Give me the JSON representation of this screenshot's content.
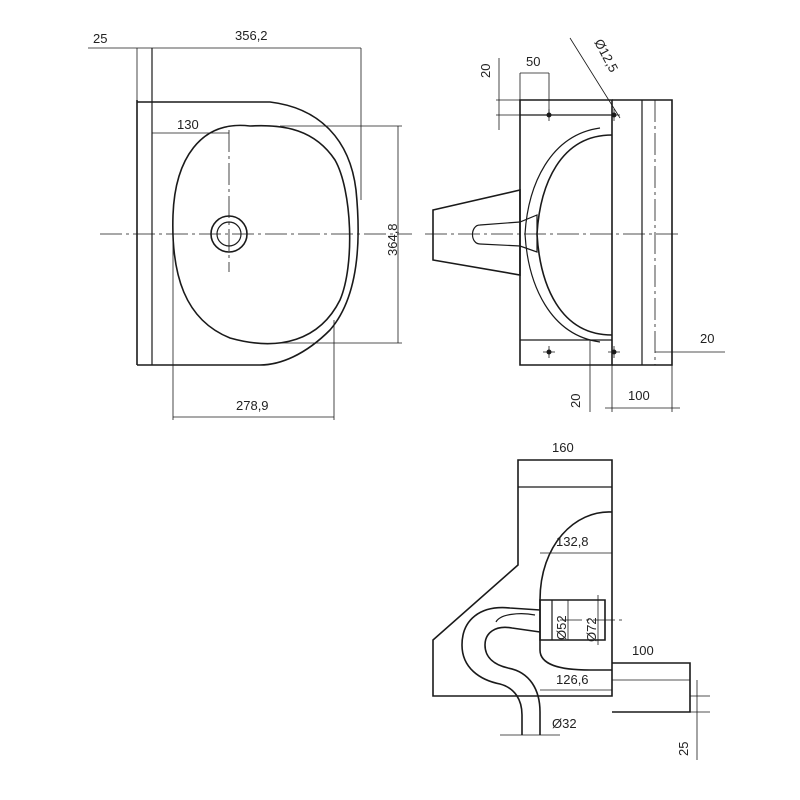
{
  "drawing": {
    "top_view": {
      "dim_flange": "25",
      "dim_overall_width": "356,2",
      "dim_drain_offset": "130",
      "dim_depth": "364,8",
      "dim_bowl_width": "278,9"
    },
    "side_view": {
      "dim_hole_spacing_top": "50",
      "dim_hole_offset_top": "20",
      "dim_hole_diameter": "Ø12,5",
      "dim_right_flange": "20",
      "dim_hole_offset_bottom": "20",
      "dim_wall_depth": "100"
    },
    "section_view": {
      "dim_top_width": "160",
      "dim_bowl_width": "132,8",
      "dim_drain_inner": "Ø52",
      "dim_drain_outer": "Ø72",
      "dim_base_width": "126,6",
      "dim_wall_depth": "100",
      "dim_outlet": "Ø32",
      "dim_base_height": "25"
    }
  }
}
